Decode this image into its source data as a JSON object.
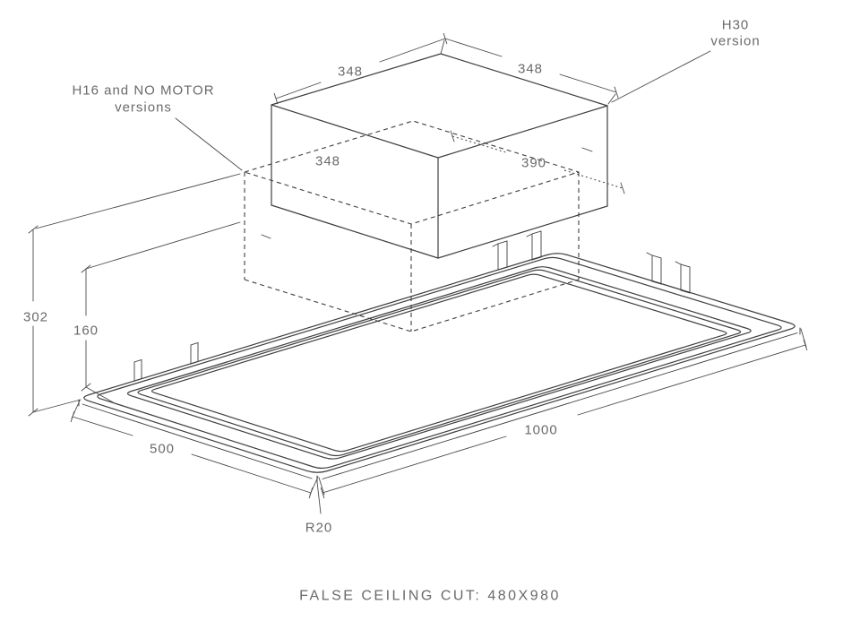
{
  "colors": {
    "background": "#ffffff",
    "line": "#3f3f3f",
    "muted_text": "#6a6a6a"
  },
  "annotations": {
    "h16_version": {
      "line1": "H16 and NO MOTOR",
      "line2": "versions"
    },
    "h30_version": {
      "line1": "H30",
      "line2": "version"
    }
  },
  "dimensions": {
    "top_width_left": "348",
    "top_width_right": "348",
    "mid_width_left": "348",
    "mid_width_right": "390",
    "total_height": "302",
    "recess_height": "160",
    "panel_length": "1000",
    "panel_width": "500",
    "corner_radius": "R20"
  },
  "caption": {
    "text": "FALSE CEILING CUT: 480X980"
  }
}
